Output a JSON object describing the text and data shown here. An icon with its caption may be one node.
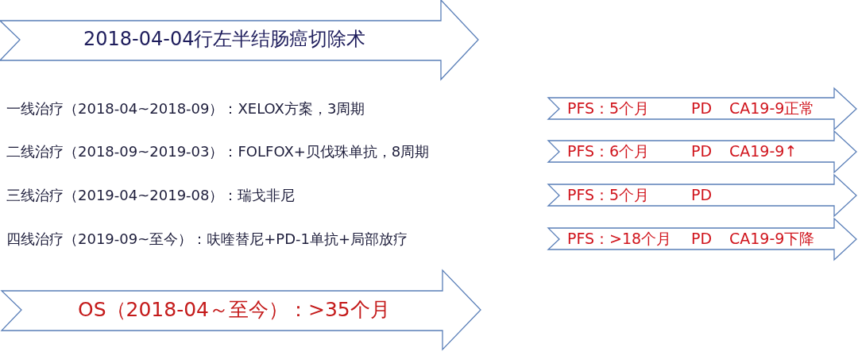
{
  "diagram": {
    "nodes": [
      {
        "text": [
          "2018-04-04行左半结肠癌切除术"
        ]
      },
      {
        "text": [
          "PFS：5个月",
          "PD",
          "CA19-9正常"
        ]
      },
      {
        "text": [
          "PFS：6个月",
          "PD",
          "CA19-9↑"
        ]
      },
      {
        "text": [
          "PFS：5个月",
          "PD"
        ]
      },
      {
        "text": [
          "PFS：>18个月",
          "PD",
          "CA19-9下降"
        ]
      },
      {
        "text": [
          "OS（2018-04～至今）：>35个月"
        ]
      }
    ],
    "labels": [
      "一线治疗（2018-04~2018-09）：XELOX方案，3周期",
      "二线治疗（2018-09~2019-03）：FOLFOX+贝伐珠单抗，8周期",
      "三线治疗（2019-04~2019-08）：瑞戈非尼",
      "四线治疗（2019-09~至今）：呋喹替尼+PD-1单抗+局部放疗"
    ]
  }
}
